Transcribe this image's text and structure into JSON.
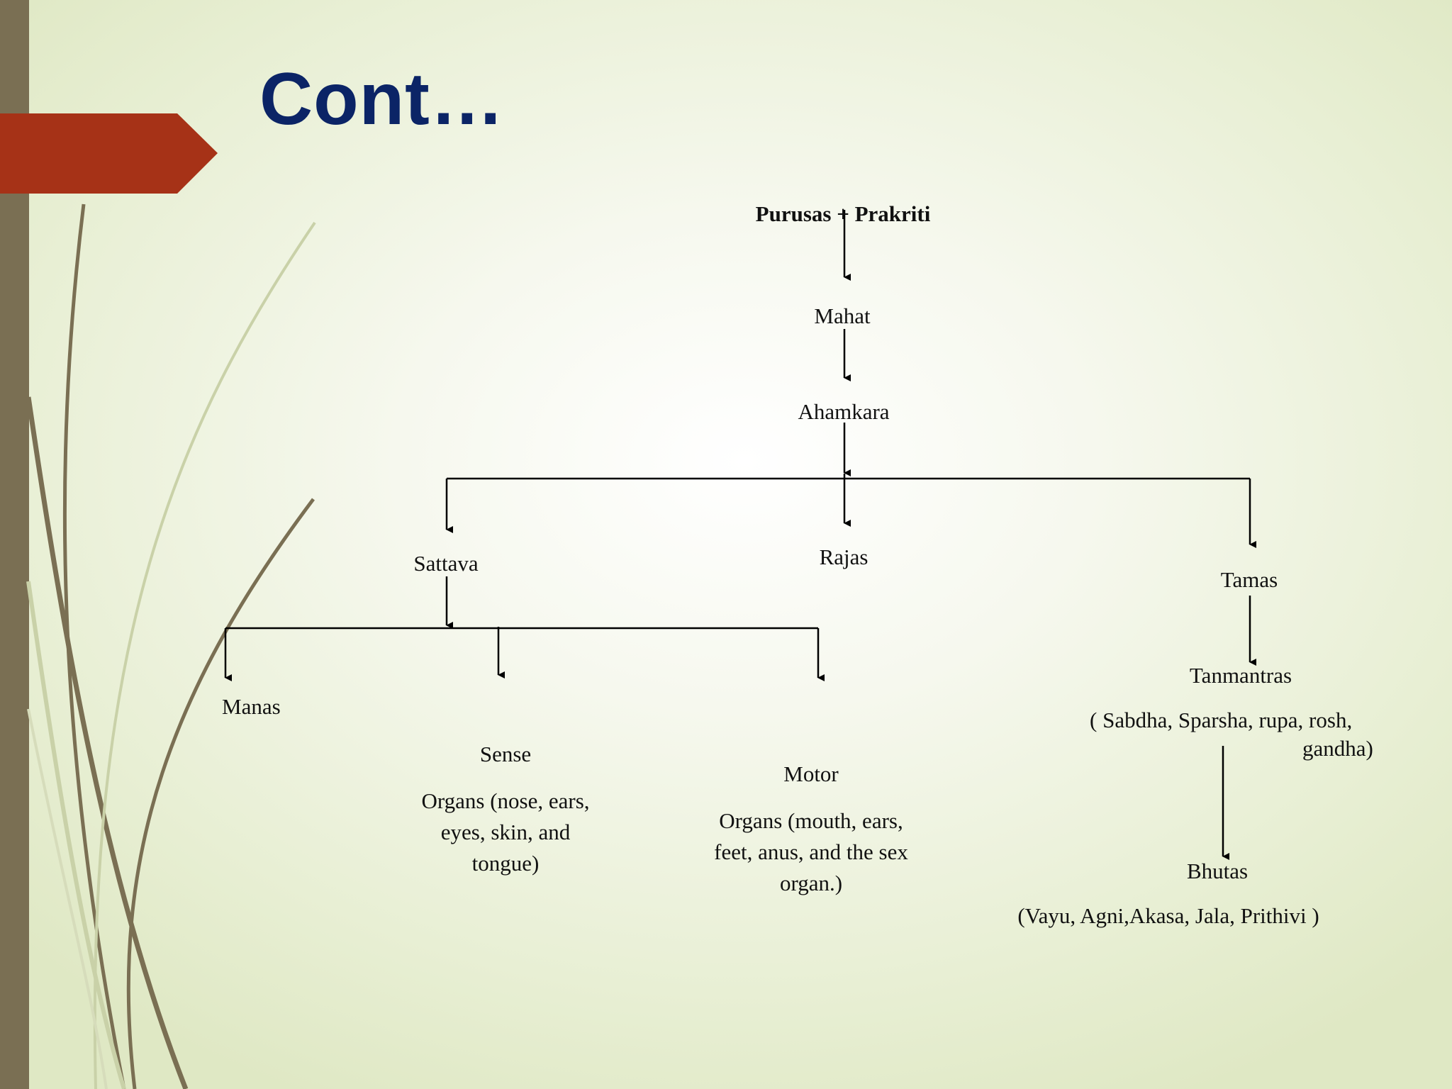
{
  "slide": {
    "title": "Cont…"
  },
  "diagram": {
    "root": "Purusas + Prakriti",
    "mahat": "Mahat",
    "ahamkara": "Ahamkara",
    "sattava": "Sattava",
    "rajas": "Rajas",
    "tamas": "Tamas",
    "manas": "Manas",
    "sense_title": "Sense",
    "sense_desc": [
      "Organs (nose, ears,",
      "eyes, skin, and",
      "tongue)"
    ],
    "motor_title": "Motor",
    "motor_desc": [
      "Organs (mouth, ears,",
      "feet, anus, and the sex",
      "organ.)"
    ],
    "tanmantras": "Tanmantras",
    "tanmantras_desc": [
      "( Sabdha, Sparsha, rupa, rosh,",
      "gandha)"
    ],
    "bhutas": "Bhutas",
    "bhutas_desc": "(Vayu, Agni,Akasa, Jala, Prithivi )"
  }
}
